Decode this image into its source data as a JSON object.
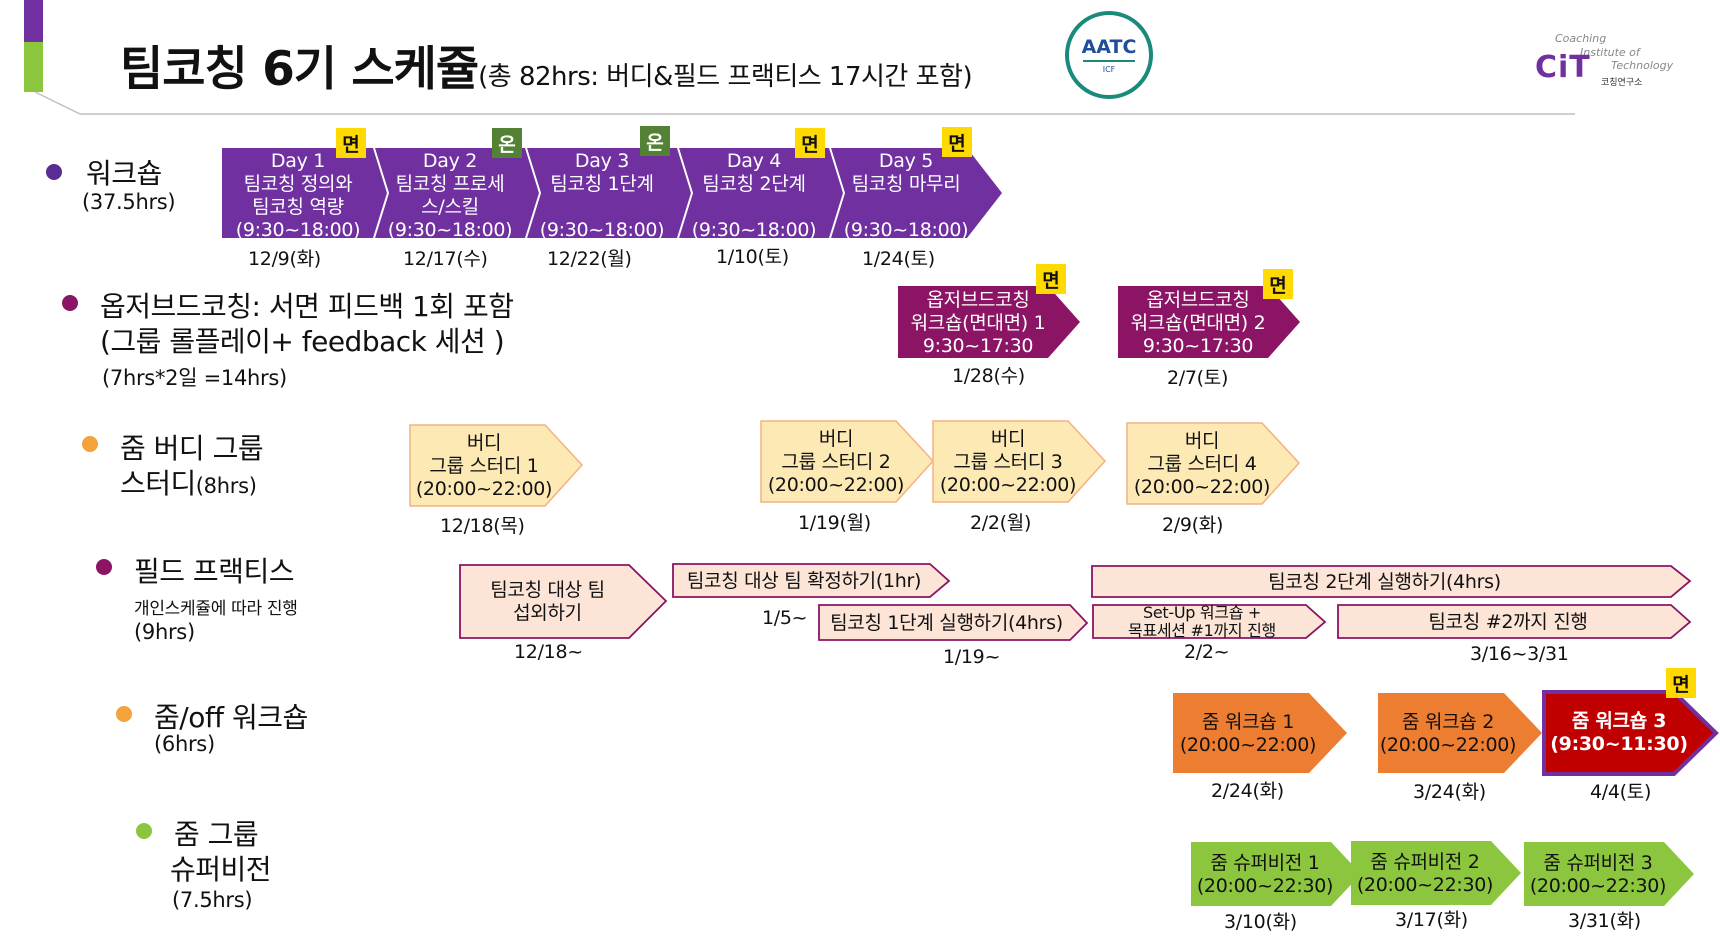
{
  "header": {
    "title": "팀코칭 6기 스케쥴",
    "subtitle": "(총 82hrs: 버디&필드 프랙티스 17시간 포함)",
    "aatc_logo": "AATC",
    "cit": {
      "top": "Coaching",
      "mid": "Institute of",
      "right": "Technology",
      "brand": "CiT",
      "korean": "코칭연구소"
    }
  },
  "colors": {
    "workshop": "#7030a0",
    "observed": "#8b1465",
    "buddy": "#fde9b4",
    "field": "#fce4d6",
    "zoom_ws": "#ed7d31",
    "zoom_ws3": "#c00000",
    "supervision": "#8cc63f",
    "badge_face": "#ffd900",
    "badge_on": "#548235"
  },
  "sections": {
    "workshop": {
      "name": "워크숍",
      "hours": "(37.5hrs)"
    },
    "observed": {
      "name": "옵저브드코칭: 서면 피드백 1회 포함",
      "name2": "(그룹 롤플레이+ feedback 세션 )",
      "hours": "(7hrs*2일 =14hrs)"
    },
    "buddy": {
      "name": "줌 버디 그룹",
      "name2": "스터디",
      "hours": "(8hrs)"
    },
    "field": {
      "name": "필드 프랙티스",
      "note": "개인스케쥴에 따라 진행",
      "hours": "(9hrs)"
    },
    "zoomws": {
      "name": "줌/off 워크숍",
      "hours": "(6hrs)"
    },
    "supervision": {
      "name": "줌 그룹",
      "name2": "슈퍼비전",
      "hours": "(7.5hrs)"
    }
  },
  "workshop_days": [
    {
      "day": "Day 1",
      "line1": "팀코칭 정의와",
      "line2": "팀코칭 역량",
      "time": "(9:30~18:00)",
      "date": "12/9(화)",
      "badge": "면"
    },
    {
      "day": "Day 2",
      "line1": "팀코칭 프로세",
      "line2": "스/스킬",
      "time": "(9:30~18:00)",
      "date": "12/17(수)",
      "badge": "온"
    },
    {
      "day": "Day 3",
      "line1": "팀코칭 1단계",
      "line2": "",
      "time": "(9:30~18:00)",
      "date": "12/22(월)",
      "badge": "온"
    },
    {
      "day": "Day 4",
      "line1": "팀코칭 2단계",
      "line2": "",
      "time": "(9:30~18:00)",
      "date": "1/10(토)",
      "badge": "면"
    },
    {
      "day": "Day 5",
      "line1": "팀코칭 마무리",
      "line2": "",
      "time": "(9:30~18:00)",
      "date": "1/24(토)",
      "badge": "면"
    }
  ],
  "observed": [
    {
      "line1": "옵저브드코칭",
      "line2": "워크숍(면대면) 1",
      "time": "9:30~17:30",
      "date": "1/28(수)",
      "badge": "면"
    },
    {
      "line1": "옵저브드코칭",
      "line2": "워크숍(면대면) 2",
      "time": "9:30~17:30",
      "date": "2/7(토)",
      "badge": "면"
    }
  ],
  "buddy": [
    {
      "line1": "버디",
      "line2": "그룹 스터디 1",
      "time": "(20:00~22:00)",
      "date": "12/18(목)"
    },
    {
      "line1": "버디",
      "line2": "그룹 스터디 2",
      "time": "(20:00~22:00)",
      "date": "1/19(월)"
    },
    {
      "line1": "버디",
      "line2": "그룹 스터디 3",
      "time": "(20:00~22:00)",
      "date": "2/2(월)"
    },
    {
      "line1": "버디",
      "line2": "그룹 스터디 4",
      "time": "(20:00~22:00)",
      "date": "2/9(화)"
    }
  ],
  "field": {
    "recruit": {
      "line1": "팀코칭 대상 팀",
      "line2": "섭외하기",
      "date": "12/18~"
    },
    "confirm": {
      "label": "팀코칭 대상 팀 확정하기(1hr)",
      "date": "1/5~"
    },
    "stage1": {
      "label": "팀코칭 1단계 실행하기(4hrs)",
      "date": "1/19~"
    },
    "stage2": {
      "label": "팀코칭 2단계 실행하기(4hrs)"
    },
    "setup": {
      "line1": "Set-Up 워크숍 +",
      "line2": "목표세션 #1까지 진행",
      "date": "2/2~"
    },
    "upto2": {
      "label": "팀코칭 #2까지 진행",
      "date": "3/16~3/31"
    }
  },
  "zoom_workshops": [
    {
      "line1": "줌 워크숍 1",
      "line2": "(20:00~22:00)",
      "date": "2/24(화)"
    },
    {
      "line1": "줌 워크숍 2",
      "line2": "(20:00~22:00)",
      "date": "3/24(화)"
    },
    {
      "line1": "줌 워크숍 3",
      "line2": "(9:30~11:30)",
      "date": "4/4(토)",
      "badge": "면"
    }
  ],
  "supervision": [
    {
      "line1": "줌 슈퍼비전 1",
      "line2": "(20:00~22:30)",
      "date": "3/10(화)"
    },
    {
      "line1": "줌 슈퍼비전 2",
      "line2": "(20:00~22:30)",
      "date": "3/17(화)"
    },
    {
      "line1": "줌 슈퍼비전 3",
      "line2": "(20:00~22:30)",
      "date": "3/31(화)"
    }
  ]
}
